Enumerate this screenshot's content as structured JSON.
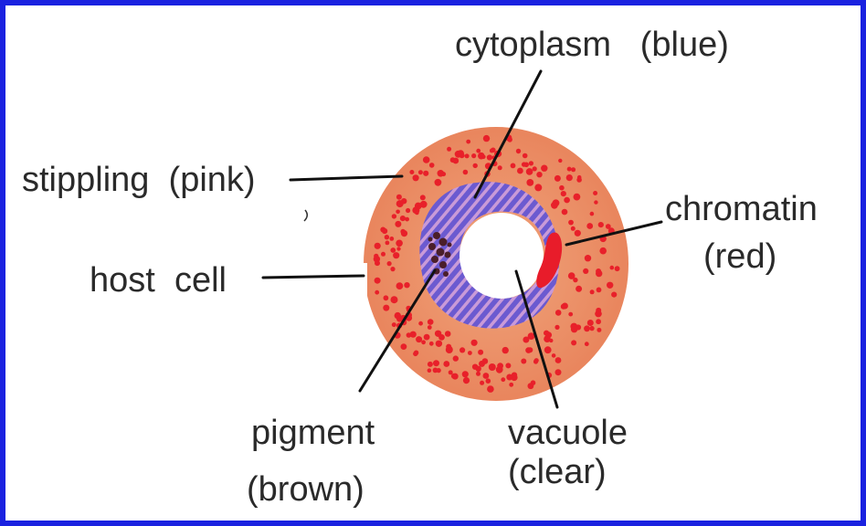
{
  "colors": {
    "frame": "#1a22e0",
    "host_cell": "#e8825a",
    "host_cell_light": "#f0a57c",
    "stippling": "#e8202a",
    "cytoplasm": "#6b5ad0",
    "cytoplasm_stripes": "#c99ad8",
    "chromatin": "#e81c2a",
    "pigment": "#4a1e2a",
    "vacuole": "#ffffff",
    "leader": "#111111"
  },
  "labels": {
    "cytoplasm": "cytoplasm   (blue)",
    "stippling": "stippling  (pink)",
    "chromatin_line1": "chromatin",
    "chromatin_line2": "(red)",
    "host_cell": "host  cell",
    "pigment_line1": "pigment",
    "pigment_line2": "(brown)",
    "vacuole_line1": "vacuole",
    "vacuole_line2": "(clear)"
  }
}
